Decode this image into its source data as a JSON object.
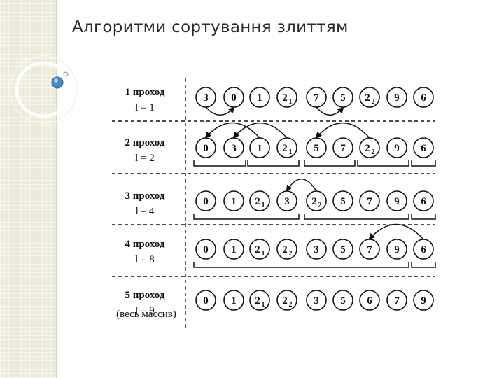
{
  "slide": {
    "title": "Алгоритми сортування злиттям"
  },
  "passes": [
    {
      "label": "1 проход",
      "length": "l = 1",
      "note": "",
      "nodes": [
        {
          "v": "3",
          "s": ""
        },
        {
          "v": "0",
          "s": ""
        },
        {
          "v": "1",
          "s": ""
        },
        {
          "v": "2",
          "s": "1"
        },
        {
          "v": "7",
          "s": ""
        },
        {
          "v": "5",
          "s": ""
        },
        {
          "v": "2",
          "s": "2"
        },
        {
          "v": "9",
          "s": ""
        },
        {
          "v": "6",
          "s": ""
        }
      ],
      "brackets": [],
      "arrows": [
        {
          "from": 0,
          "to": 1,
          "dir": "below"
        },
        {
          "from": 4,
          "to": 5,
          "dir": "below"
        }
      ]
    },
    {
      "label": "2 проход",
      "length": "l = 2",
      "note": "",
      "nodes": [
        {
          "v": "0",
          "s": ""
        },
        {
          "v": "3",
          "s": ""
        },
        {
          "v": "1",
          "s": ""
        },
        {
          "v": "2",
          "s": "1"
        },
        {
          "v": "5",
          "s": ""
        },
        {
          "v": "7",
          "s": ""
        },
        {
          "v": "2",
          "s": "2"
        },
        {
          "v": "9",
          "s": ""
        },
        {
          "v": "6",
          "s": ""
        }
      ],
      "brackets": [
        [
          0,
          1
        ],
        [
          2,
          3
        ],
        [
          4,
          5
        ],
        [
          6,
          7
        ],
        [
          8,
          8
        ]
      ],
      "arrows": [
        {
          "from": 2,
          "to": 0,
          "dir": "above"
        },
        {
          "from": 3,
          "to": 1,
          "dir": "above"
        },
        {
          "from": 6,
          "to": 4,
          "dir": "above"
        }
      ]
    },
    {
      "label": "3 проход",
      "length": "l – 4",
      "note": "",
      "nodes": [
        {
          "v": "0",
          "s": ""
        },
        {
          "v": "1",
          "s": ""
        },
        {
          "v": "2",
          "s": "1"
        },
        {
          "v": "3",
          "s": ""
        },
        {
          "v": "2",
          "s": "2"
        },
        {
          "v": "5",
          "s": ""
        },
        {
          "v": "7",
          "s": ""
        },
        {
          "v": "9",
          "s": ""
        },
        {
          "v": "6",
          "s": ""
        }
      ],
      "brackets": [
        [
          0,
          3
        ],
        [
          4,
          7
        ],
        [
          8,
          8
        ]
      ],
      "arrows": [
        {
          "from": 4,
          "to": 3,
          "dir": "above"
        }
      ]
    },
    {
      "label": "4 проход",
      "length": "l = 8",
      "note": "",
      "nodes": [
        {
          "v": "0",
          "s": ""
        },
        {
          "v": "1",
          "s": ""
        },
        {
          "v": "2",
          "s": "1"
        },
        {
          "v": "2",
          "s": "2"
        },
        {
          "v": "3",
          "s": ""
        },
        {
          "v": "5",
          "s": ""
        },
        {
          "v": "7",
          "s": ""
        },
        {
          "v": "9",
          "s": ""
        },
        {
          "v": "6",
          "s": ""
        }
      ],
      "brackets": [
        [
          0,
          7
        ],
        [
          8,
          8
        ]
      ],
      "arrows": [
        {
          "from": 8,
          "to": 6,
          "dir": "above"
        }
      ]
    },
    {
      "label": "5 проход",
      "length": "l = 9",
      "note": "(весь массив)",
      "nodes": [
        {
          "v": "0",
          "s": ""
        },
        {
          "v": "1",
          "s": ""
        },
        {
          "v": "2",
          "s": "1"
        },
        {
          "v": "2",
          "s": "2"
        },
        {
          "v": "3",
          "s": ""
        },
        {
          "v": "5",
          "s": ""
        },
        {
          "v": "6",
          "s": ""
        },
        {
          "v": "7",
          "s": ""
        },
        {
          "v": "9",
          "s": ""
        }
      ],
      "brackets": [],
      "arrows": []
    }
  ]
}
